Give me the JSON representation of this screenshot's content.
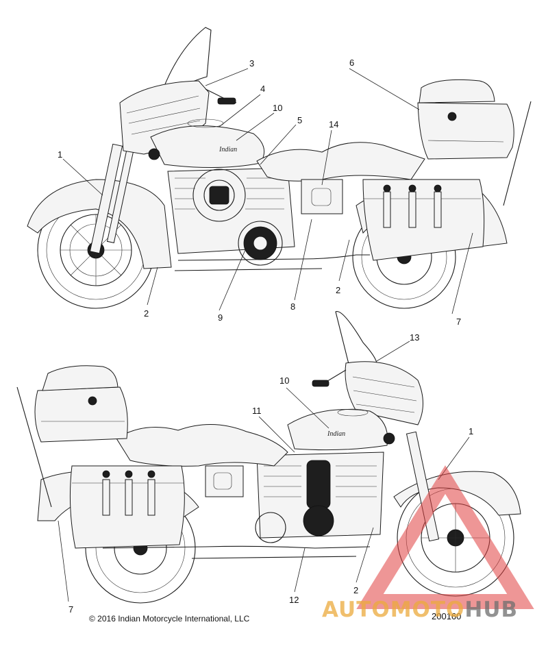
{
  "callouts_top": [
    {
      "id": "c1",
      "label": "1"
    },
    {
      "id": "c2a",
      "label": "2"
    },
    {
      "id": "c2b",
      "label": "2"
    },
    {
      "id": "c3",
      "label": "3"
    },
    {
      "id": "c4",
      "label": "4"
    },
    {
      "id": "c5",
      "label": "5"
    },
    {
      "id": "c6",
      "label": "6"
    },
    {
      "id": "c7",
      "label": "7"
    },
    {
      "id": "c8",
      "label": "8"
    },
    {
      "id": "c9",
      "label": "9"
    },
    {
      "id": "c10",
      "label": "10"
    },
    {
      "id": "c14",
      "label": "14"
    }
  ],
  "callouts_bottom": [
    {
      "id": "d1",
      "label": "1"
    },
    {
      "id": "d2",
      "label": "2"
    },
    {
      "id": "d7",
      "label": "7"
    },
    {
      "id": "d10",
      "label": "10"
    },
    {
      "id": "d11",
      "label": "11"
    },
    {
      "id": "d12",
      "label": "12"
    },
    {
      "id": "d13",
      "label": "13"
    }
  ],
  "footer": {
    "copyright": "© 2016 Indian Motorcycle International, LLC",
    "diagram_id": "200160"
  },
  "watermark": {
    "part_a": "AUTOMOTO",
    "part_b": "HUB",
    "color_a": "#ebaa3c",
    "color_b": "#6e6e6e",
    "triangle_color": "#e04040"
  }
}
